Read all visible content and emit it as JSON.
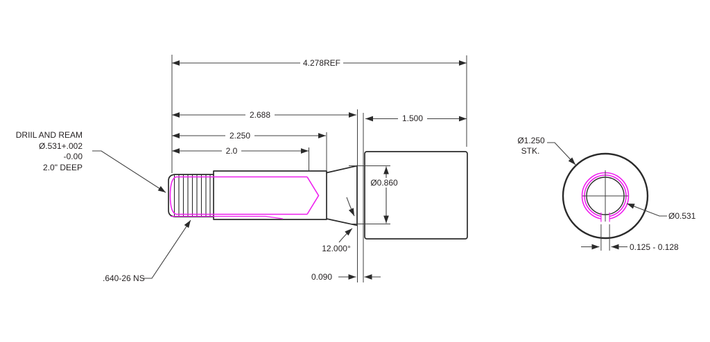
{
  "title": "Shaft machining detail drawing",
  "colors": {
    "line": "#2b2b2b",
    "dim": "#3f3f3f",
    "accent": "#ee1dee",
    "text": "#231f20",
    "background": "#ffffff"
  },
  "side_view": {
    "dim_overall": "4.278REF",
    "dim_to_taper_end": "2.688",
    "dim_head_length": "1.500",
    "dim_to_taper_start": "2.250",
    "dim_thread_section": "2.0",
    "dim_taper_dia": "Ø0.860",
    "dim_taper_angle": "12.000°",
    "dim_gap": "0.090",
    "note_drill_line1": "DRIIL AND REAM",
    "note_drill_line2": "Ø.531+.002",
    "note_drill_line3": "-0.00",
    "note_drill_line4": "2.0\" DEEP",
    "note_thread": ".640-26 NS"
  },
  "end_view": {
    "dim_stock_line1": "Ø1.250",
    "dim_stock_line2": "STK.",
    "dim_hole": "Ø0.531",
    "dim_slot": "0.125 - 0.128"
  }
}
